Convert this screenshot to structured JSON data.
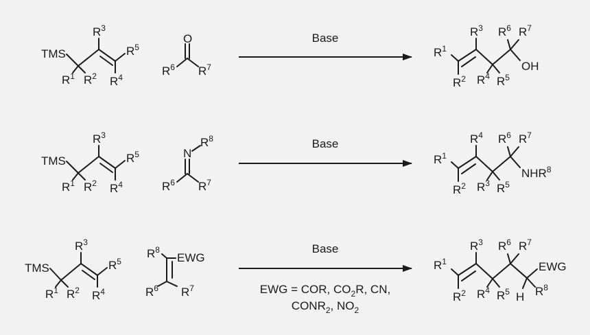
{
  "colors": {
    "background": "#f2f2f2",
    "ink": "#1a1a1a"
  },
  "reactions": [
    {
      "condition": "Base",
      "note_lines": [],
      "labels": [
        [
          "TMS",
          ""
        ],
        [
          "R",
          "1"
        ],
        [
          "R",
          "2"
        ],
        [
          "R",
          "3"
        ],
        [
          "R",
          "4"
        ],
        [
          "R",
          "5"
        ],
        [
          "O",
          ""
        ],
        [
          "R",
          "6"
        ],
        [
          "R",
          "7"
        ],
        [
          "R",
          "1"
        ],
        [
          "R",
          "2"
        ],
        [
          "R",
          "3"
        ],
        [
          "R",
          "4"
        ],
        [
          "R",
          "5"
        ],
        [
          "R",
          "6"
        ],
        [
          "R",
          "7"
        ],
        [
          "OH",
          ""
        ]
      ]
    },
    {
      "condition": "Base",
      "note_lines": [],
      "labels": [
        [
          "TMS",
          ""
        ],
        [
          "R",
          "1"
        ],
        [
          "R",
          "2"
        ],
        [
          "R",
          "3"
        ],
        [
          "R",
          "4"
        ],
        [
          "R",
          "5"
        ],
        [
          "N",
          ""
        ],
        [
          "R",
          "8"
        ],
        [
          "R",
          "6"
        ],
        [
          "R",
          "7"
        ],
        [
          "R",
          "1"
        ],
        [
          "R",
          "2"
        ],
        [
          "R",
          "3"
        ],
        [
          "R",
          "4"
        ],
        [
          "R",
          "5"
        ],
        [
          "R",
          "6"
        ],
        [
          "R",
          "7"
        ],
        [
          "NHR",
          "8"
        ]
      ]
    },
    {
      "condition": "Base",
      "note_lines": [
        [
          [
            "EWG = COR, CO",
            ""
          ],
          [
            "2",
            "sub"
          ],
          [
            "R, CN,",
            ""
          ]
        ],
        [
          [
            "CONR",
            ""
          ],
          [
            "2",
            "sub"
          ],
          [
            ", NO",
            ""
          ],
          [
            "2",
            "sub"
          ]
        ]
      ],
      "labels": [
        [
          "TMS",
          ""
        ],
        [
          "R",
          "1"
        ],
        [
          "R",
          "2"
        ],
        [
          "R",
          "3"
        ],
        [
          "R",
          "4"
        ],
        [
          "R",
          "5"
        ],
        [
          "R",
          "8"
        ],
        [
          "EWG",
          ""
        ],
        [
          "R",
          "6"
        ],
        [
          "R",
          "7"
        ],
        [
          "R",
          "1"
        ],
        [
          "R",
          "2"
        ],
        [
          "R",
          "3"
        ],
        [
          "R",
          "4"
        ],
        [
          "R",
          "5"
        ],
        [
          "R",
          "6"
        ],
        [
          "R",
          "7"
        ],
        [
          "EWG",
          ""
        ],
        [
          "H",
          ""
        ],
        [
          "R",
          "8"
        ]
      ]
    }
  ]
}
